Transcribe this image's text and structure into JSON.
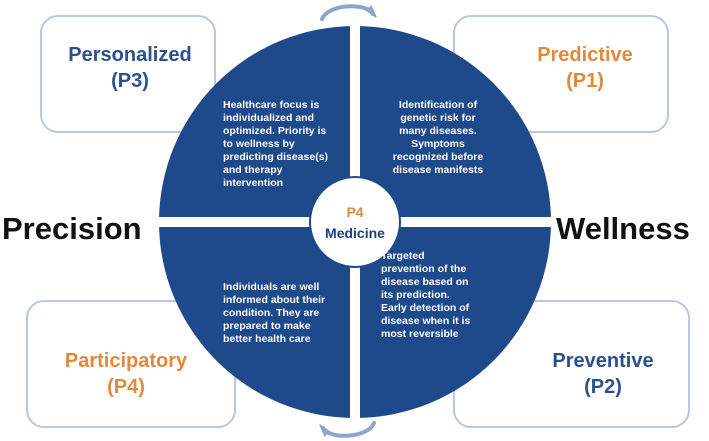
{
  "boxes": {
    "personalized": {
      "line1": "Personalized",
      "line2": "(P3)",
      "color": "#2e4f8e"
    },
    "predictive": {
      "line1": "Predictive",
      "line2": "(P1)",
      "color": "#e3873a"
    },
    "participatory": {
      "line1": "Participatory",
      "line2": "(P4)",
      "color": "#e3873a"
    },
    "preventive": {
      "line1": "Preventive",
      "line2": "(P2)",
      "color": "#2e4f8e"
    }
  },
  "side_words": {
    "left": "Precision",
    "right": "Wellness"
  },
  "center": {
    "line1": "P4",
    "line2": "Medicine",
    "line1_color": "#e3873a",
    "line2_color": "#1d3f83"
  },
  "quadrants": {
    "top_left": [
      "Healthcare focus is",
      "individualized and",
      "optimized. Priority is",
      "to wellness by",
      "predicting disease(s)",
      "and therapy",
      "intervention"
    ],
    "top_right": [
      "Identification of",
      "genetic risk for",
      "many diseases.",
      "Symptoms",
      "recognized before",
      "disease manifests"
    ],
    "bottom_left": [
      "Individuals are well",
      "informed about their",
      "condition. They are",
      "prepared to make",
      "better health care"
    ],
    "bottom_right": [
      "Targeted",
      "prevention of the",
      "disease based on",
      "its prediction.",
      "Early detection of",
      "disease when it is",
      "most reversible"
    ]
  },
  "colors": {
    "circle_fill": "#1e4a8c",
    "box_border": "#b9c7e0",
    "arrow": "#8aa6cf"
  }
}
